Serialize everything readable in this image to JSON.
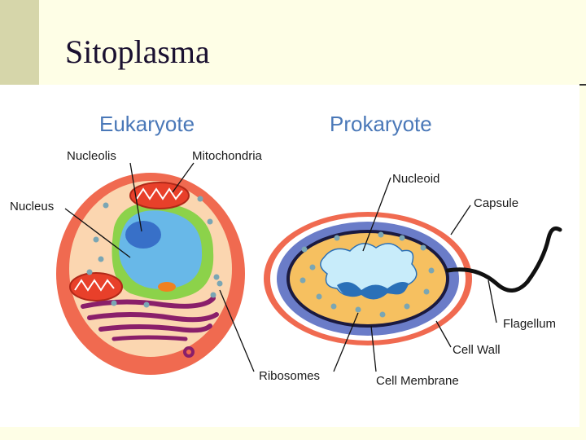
{
  "slide": {
    "title": "Sitoplasma"
  },
  "diagram": {
    "headings": {
      "eukaryote": "Eukaryote",
      "prokaryote": "Prokaryote"
    },
    "labels": {
      "nucleolis": "Nucleolis",
      "mitochondria": "Mitochondria",
      "nucleus": "Nucleus",
      "ribosomes": "Ribosomes",
      "nucleoid": "Nucleoid",
      "capsule": "Capsule",
      "flagellum": "Flagellum",
      "cell_wall": "Cell Wall",
      "cell_membrane": "Cell Membrane"
    },
    "colors": {
      "heading": "#4a78b8",
      "cell_outer": "#f06a50",
      "cytoplasm": "#fbd6b0",
      "nucleus": "#68b8e8",
      "nucleolus": "#3870c8",
      "er_green": "#8cd24a",
      "mitochondria": "#e8402a",
      "golgi": "#8a1f6a",
      "ribosome": "#7aa6b4",
      "capsule": "#f06a50",
      "cell_wall": "#6a7cc8",
      "prok_cytoplasm": "#f6c060",
      "nucleoid": "#c8ecfa",
      "nucleoid_dark": "#2a70b8",
      "flagellum": "#111111"
    }
  }
}
